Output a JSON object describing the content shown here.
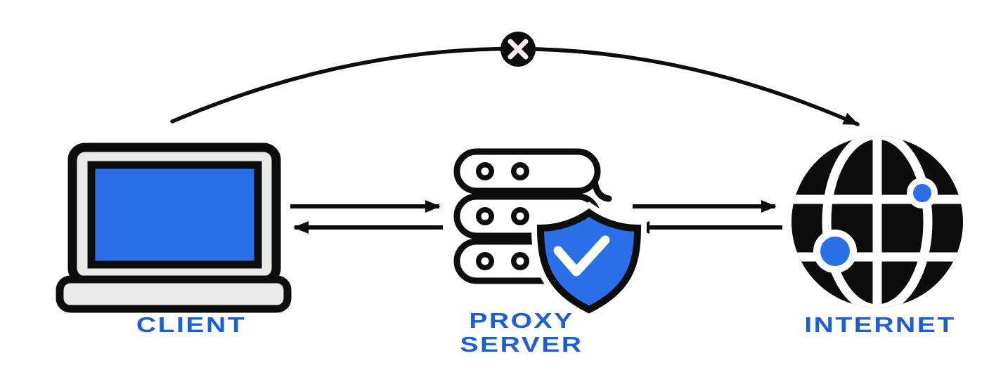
{
  "colors": {
    "accent": "#2b6fe8",
    "label": "#1e5ed2",
    "ink": "#0d0d0d",
    "laptop_gray": "#e9eaec",
    "x_glyph": "#f7eded",
    "background": "#ffffff"
  },
  "nodes": {
    "client": {
      "label": "CLIENT"
    },
    "proxy": {
      "label_line1": "PROXY",
      "label_line2": "SERVER"
    },
    "internet": {
      "label": "INTERNET"
    }
  },
  "connections": {
    "client_proxy": "bidirectional",
    "proxy_internet": "bidirectional",
    "client_internet_direct": "blocked"
  }
}
